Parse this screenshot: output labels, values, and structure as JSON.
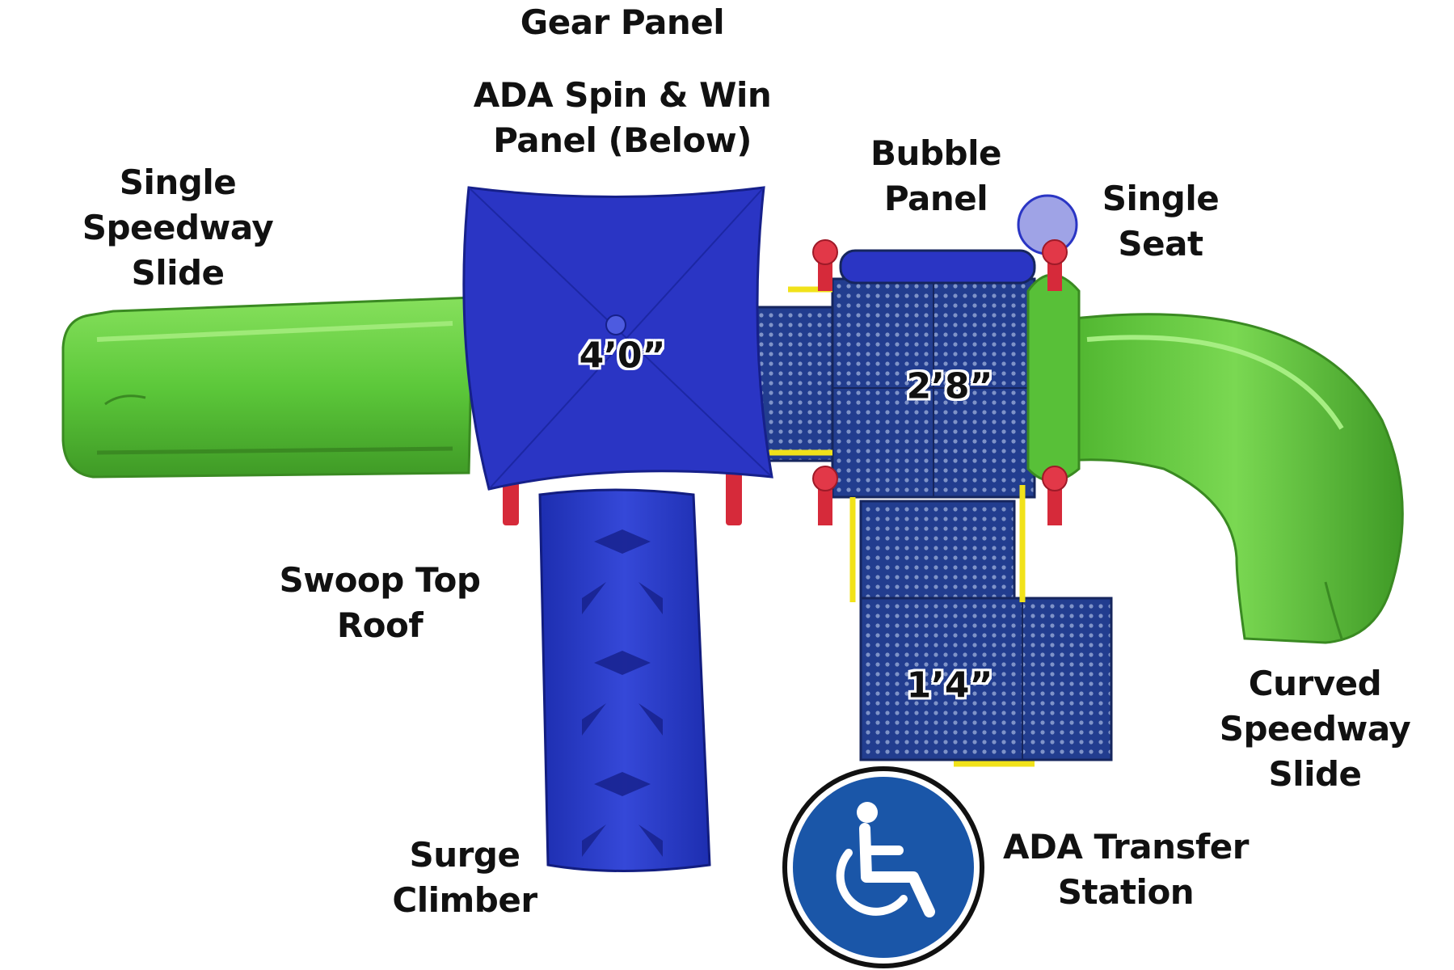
{
  "labels": {
    "gear_panel": "Gear Panel",
    "ada_spin_win": [
      "ADA Spin & Win",
      "Panel (Below)"
    ],
    "single_speedway_slide": [
      "Single",
      "Speedway",
      "Slide"
    ],
    "bubble_panel": [
      "Bubble",
      "Panel"
    ],
    "single_seat": [
      "Single",
      "Seat"
    ],
    "swoop_top_roof": [
      "Swoop Top",
      "Roof"
    ],
    "curved_speedway_slide": [
      "Curved",
      "Speedway",
      "Slide"
    ],
    "surge_climber": [
      "Surge",
      "Climber"
    ],
    "ada_transfer_station": [
      "ADA Transfer",
      "Station"
    ]
  },
  "dimensions": {
    "roof_deck": "4’0”",
    "main_deck": "2’8”",
    "transfer_deck": "1’4”"
  },
  "colors": {
    "slide_green": "#5cc83a",
    "slide_green_dark": "#3f9a26",
    "roof_blue": "#2a35c4",
    "deck_blue": "#203a8c",
    "post_red": "#d62a3a",
    "rail_yellow": "#f1e21a",
    "ada_blue": "#1a56a8"
  },
  "icons": {
    "ada_symbol": "wheelchair-icon"
  }
}
